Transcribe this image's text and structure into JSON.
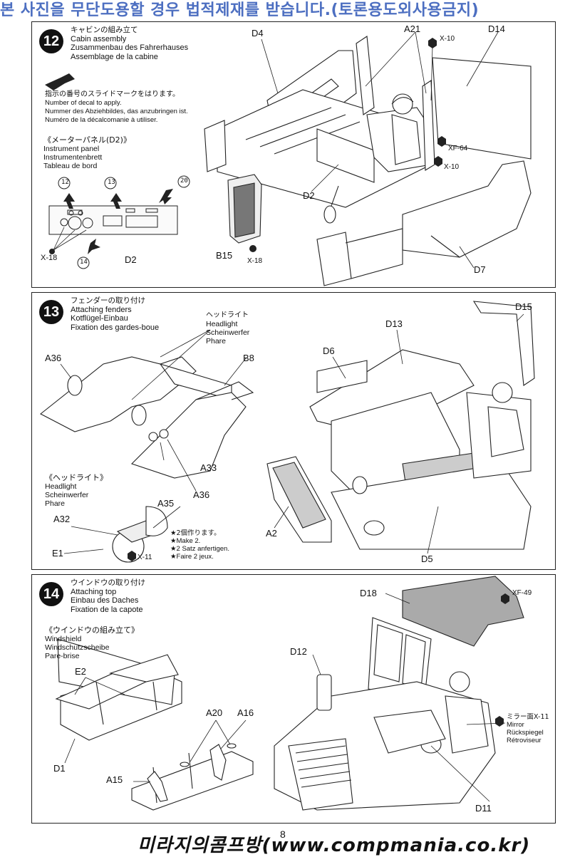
{
  "watermark": "본 사진을 무단도용할 경우 법적제재를 받습니다.(토론용도외사용금지)",
  "page_number": "8",
  "footer": "미라지의콤프방(www.compmania.co.kr)",
  "step12": {
    "number": "12",
    "title_jp": "キャビンの組み立て",
    "title_en": "Cabin assembly",
    "title_de": "Zusammenbau des Fahrerhauses",
    "title_fr": "Assemblage de la cabine",
    "decal_jp": "指示の番号のスライドマークをはります。",
    "decal_en": "Number of decal to apply.",
    "decal_de": "Nummer des Abziehbildes, das anzubringen ist.",
    "decal_fr": "Numéro de la décalcomanie à utiliser.",
    "panel_jp": "《メーターパネル(D2)》",
    "panel_en": "Instrument panel",
    "panel_de": "Instrumentenbrett",
    "panel_fr": "Tableau de bord",
    "decal_nums": [
      "12",
      "13",
      "20",
      "14"
    ],
    "labels": {
      "d4": "D4",
      "a21": "A21",
      "x10a": "X-10",
      "d14": "D14",
      "xf64": "XF-64",
      "x10b": "X-10",
      "d2": "D2",
      "d2b": "D2",
      "x18a": "X-18",
      "b15": "B15",
      "x18b": "X-18",
      "d7": "D7"
    }
  },
  "step13": {
    "number": "13",
    "title_jp": "フェンダーの取り付け",
    "title_en": "Attaching fenders",
    "title_de": "Kotflügel-Einbau",
    "title_fr": "Fixation des gardes-boue",
    "hl_jp": "ヘッドライト",
    "hl_en": "Headlight",
    "hl_de": "Scheinwerfer",
    "hl_fr": "Phare",
    "hl2_jp": "《ヘッドライト》",
    "hl2_en": "Headlight",
    "hl2_de": "Scheinwerfer",
    "hl2_fr": "Phare",
    "make_jp": "★2個作ります。",
    "make_en": "★Make 2.",
    "make_de": "★2 Satz anfertigen.",
    "make_fr": "★Faire 2 jeux.",
    "labels": {
      "a36a": "A36",
      "b8": "B8",
      "a33": "A33",
      "a36b": "A36",
      "a35": "A35",
      "a32": "A32",
      "e1": "E1",
      "x11": "X-11",
      "d6": "D6",
      "d13": "D13",
      "d15": "D15",
      "a2": "A2",
      "d5": "D5"
    }
  },
  "step14": {
    "number": "14",
    "title_jp": "ウインドウの取り付け",
    "title_en": "Attaching top",
    "title_de": "Einbau des Daches",
    "title_fr": "Fixation de la capote",
    "ws_jp": "《ウインドウの組み立て》",
    "ws_en": "Windshield",
    "ws_de": "Windschutzscheibe",
    "ws_fr": "Pare-brise",
    "mirror_jp": "ミラー面X-11",
    "mirror_en": "Mirror",
    "mirror_de": "Rückspiegel",
    "mirror_fr": "Rétroviseur",
    "labels": {
      "e2": "E2",
      "d1": "D1",
      "a20": "A20",
      "a16": "A16",
      "a15": "A15",
      "d18": "D18",
      "xf49": "XF-49",
      "d12": "D12",
      "d11": "D11"
    }
  }
}
